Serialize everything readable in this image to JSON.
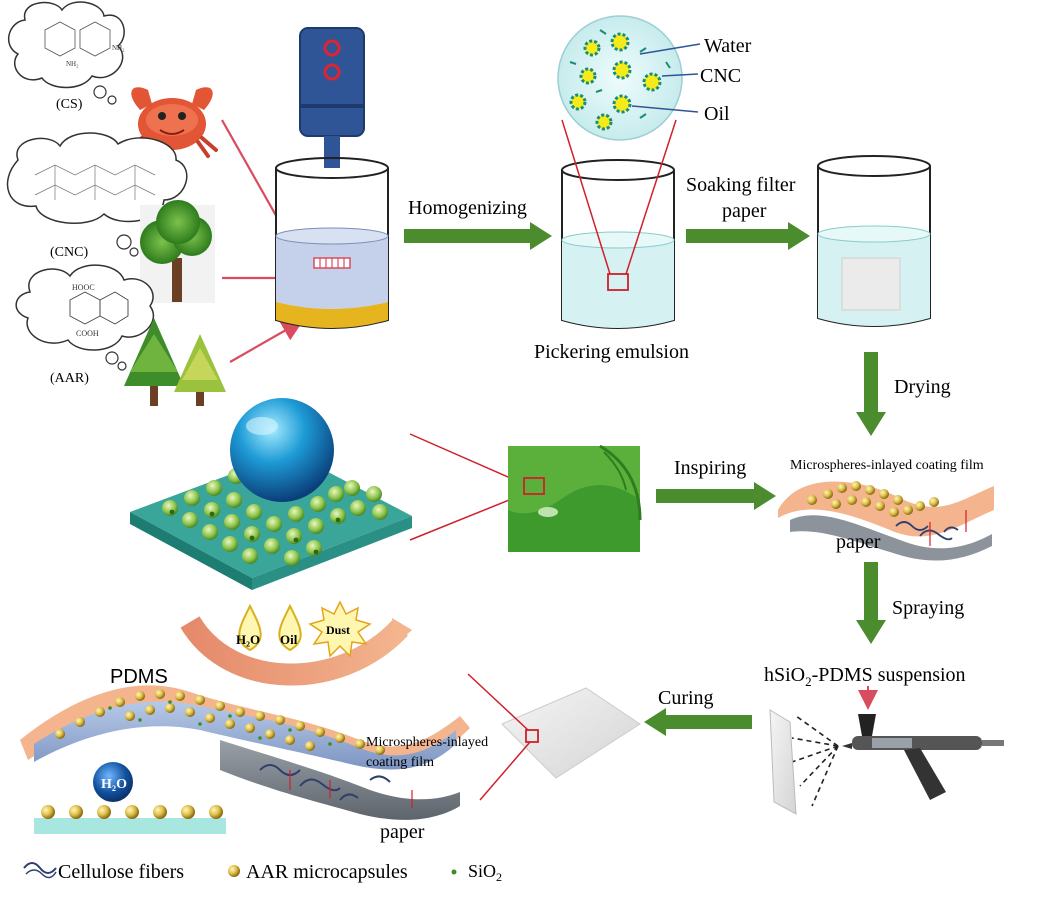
{
  "sources": {
    "cs": "(CS)",
    "cnc": "(CNC)",
    "aar": "(AAR)",
    "cnc_struct": "HOOC",
    "cnc_cooh": "COOH",
    "cs_nh2_a": "NH₂",
    "cs_nh2_b": "NH₂"
  },
  "steps": {
    "homogenizing": "Homogenizing",
    "soaking_line1": "Soaking filter",
    "soaking_line2": "paper",
    "drying": "Drying",
    "inspiring": "Inspiring",
    "spraying": "Spraying",
    "curing": "Curing"
  },
  "emulsion": {
    "label": "Pickering emulsion",
    "water": "Water",
    "cnc": "CNC",
    "oil": "Oil"
  },
  "film": {
    "title": "Microspheres-inlayed coating film",
    "paper": "paper",
    "suspension_pre": "hSiO",
    "suspension_sub": "2",
    "suspension_post": "-PDMS suspension"
  },
  "final": {
    "pdms": "PDMS",
    "water_drop": "H₂O",
    "oil_drop": "Oil",
    "dust": "Dust",
    "h2o_ball": "H₂O",
    "film_line1": "Microspheres-inlayed",
    "film_line2": "coating film",
    "paper": "paper"
  },
  "legend": {
    "fibers": "Cellulose fibers",
    "microcapsules": "AAR microcapsules",
    "sio2_pre": "SiO",
    "sio2_sub": "2"
  },
  "colors": {
    "arrow_green": "#4a8c2e",
    "pointer_red": "#d94c5e",
    "oil_yellow": "#e6b41e",
    "liquid_blue": "#c5d1ea",
    "mixer_blue": "#2f5597",
    "emulsion_cyan": "#d6f1f1",
    "cnc_teal": "#1a8c7a",
    "leaf_green": "#4f9a2f"
  }
}
